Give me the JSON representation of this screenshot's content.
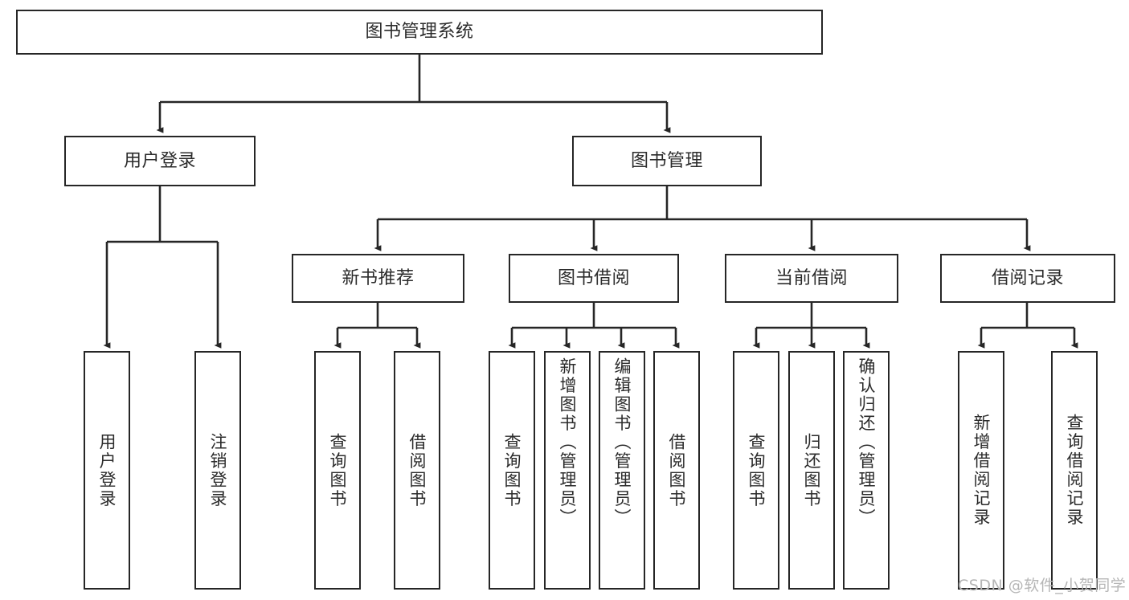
{
  "diagram": {
    "title": "图书管理系统",
    "type": "hierarchy-tree",
    "root": {
      "label": "图书管理系统"
    },
    "level2": [
      {
        "label": "用户登录"
      },
      {
        "label": "图书管理"
      }
    ],
    "level3": [
      {
        "label": "新书推荐"
      },
      {
        "label": "图书借阅"
      },
      {
        "label": "当前借阅"
      },
      {
        "label": "借阅记录"
      }
    ],
    "leaves": {
      "user_login": [
        {
          "label": "用户登录"
        },
        {
          "label": "注销登录"
        }
      ],
      "new_book_recommend": [
        {
          "label": "查询图书"
        },
        {
          "label": "借阅图书"
        }
      ],
      "book_borrow": [
        {
          "label": "查询图书"
        },
        {
          "label": "新增图书（管理员）"
        },
        {
          "label": "编辑图书（管理员）"
        },
        {
          "label": "借阅图书"
        }
      ],
      "current_borrow": [
        {
          "label": "查询图书"
        },
        {
          "label": "归还图书"
        },
        {
          "label": "确认归还（管理员）"
        }
      ],
      "borrow_record": [
        {
          "label": "新增借阅记录"
        },
        {
          "label": "查询借阅记录"
        }
      ]
    }
  },
  "watermark": {
    "text": "CSDN @软件_小贺同学"
  },
  "colors": {
    "stroke": "#262626",
    "text": "#2b2b2b",
    "background": "#ffffff",
    "watermark": "#b6b6b6"
  }
}
